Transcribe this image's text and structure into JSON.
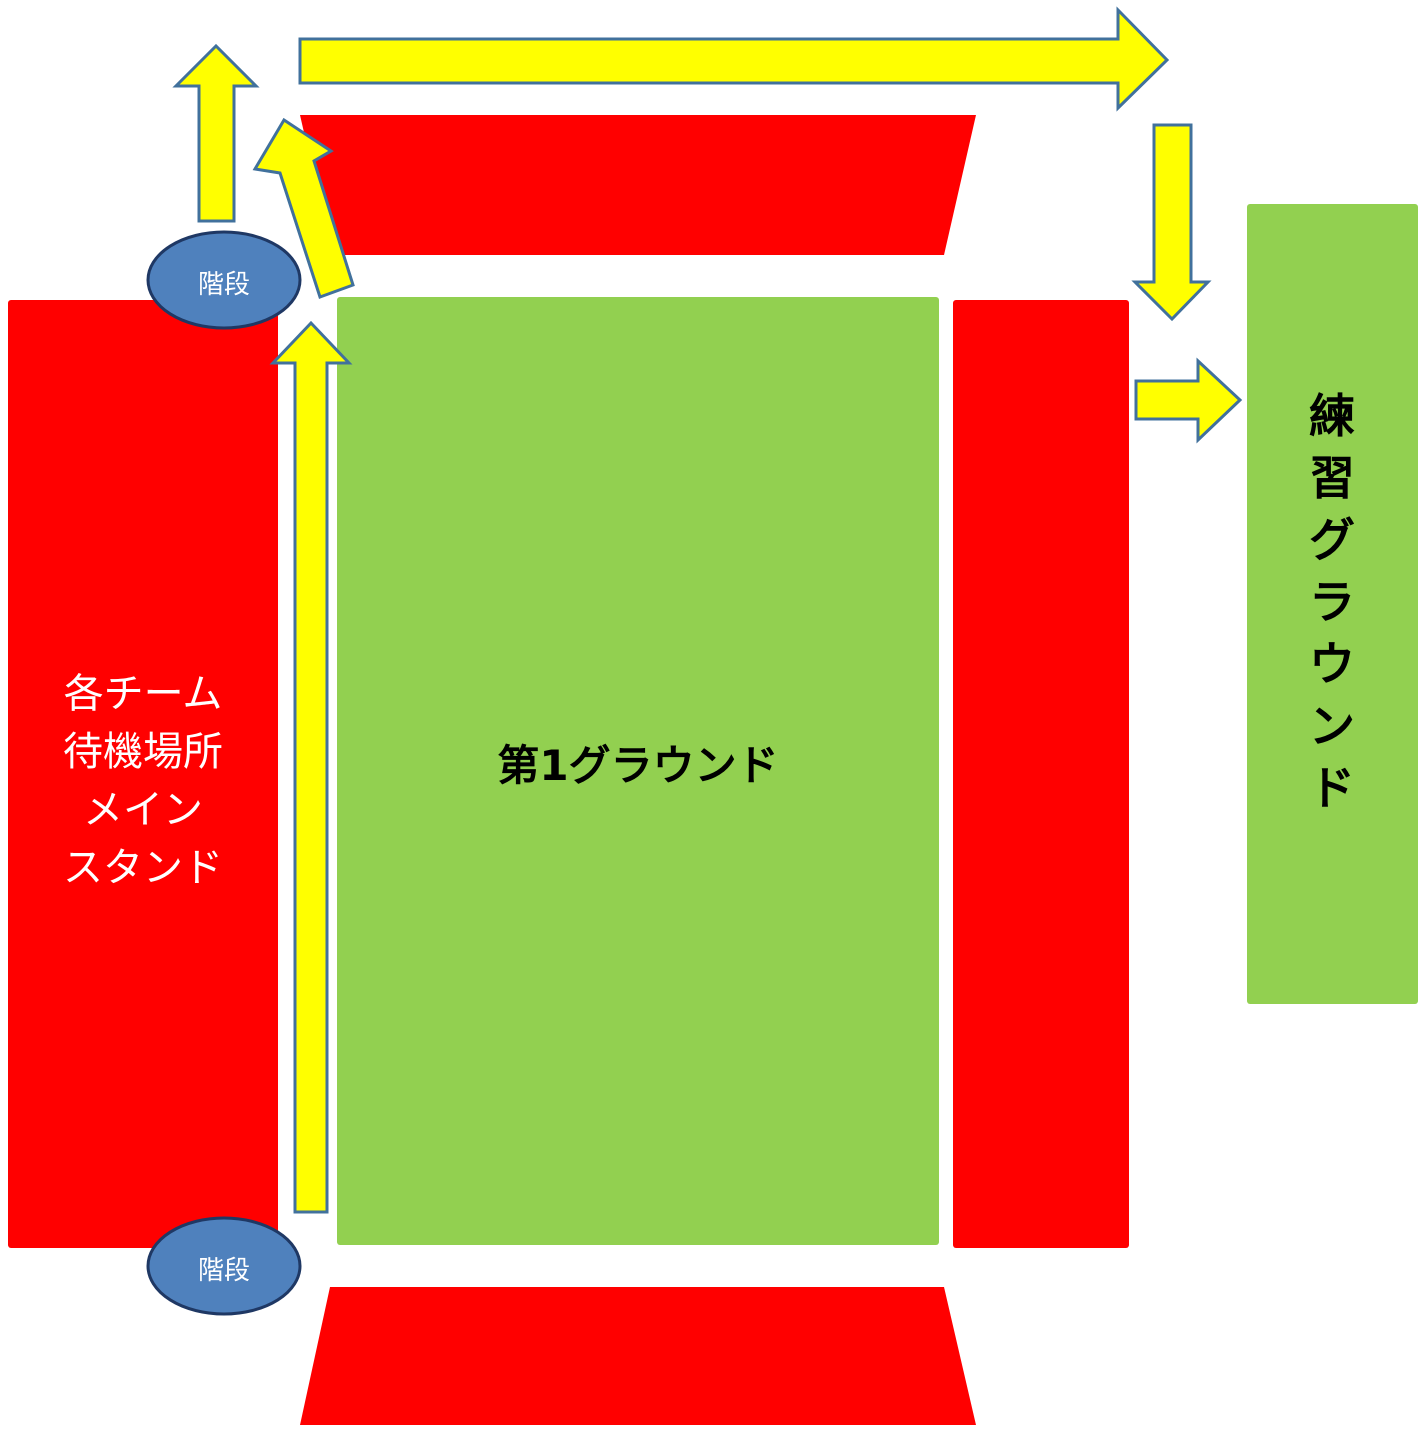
{
  "colors": {
    "stand": "#ff0000",
    "ground": "#92d050",
    "arrow_fill": "#ffff00",
    "arrow_stroke": "#41719c",
    "stairs_fill": "#4f81bd",
    "stairs_stroke": "#1f3864"
  },
  "main_stand": {
    "lines": [
      "各チーム",
      "待機場所",
      "メイン",
      "スタンド"
    ]
  },
  "ground_1": {
    "label": "第1グラウンド"
  },
  "practice_ground": {
    "chars": [
      "練",
      "習",
      "グ",
      "ラ",
      "ウ",
      "ン",
      "ド"
    ]
  },
  "stairs": [
    {
      "label": "階段"
    },
    {
      "label": "階段"
    }
  ],
  "icons": [
    "arrow-up",
    "arrow-up-diagonal",
    "arrow-right",
    "arrow-down"
  ]
}
